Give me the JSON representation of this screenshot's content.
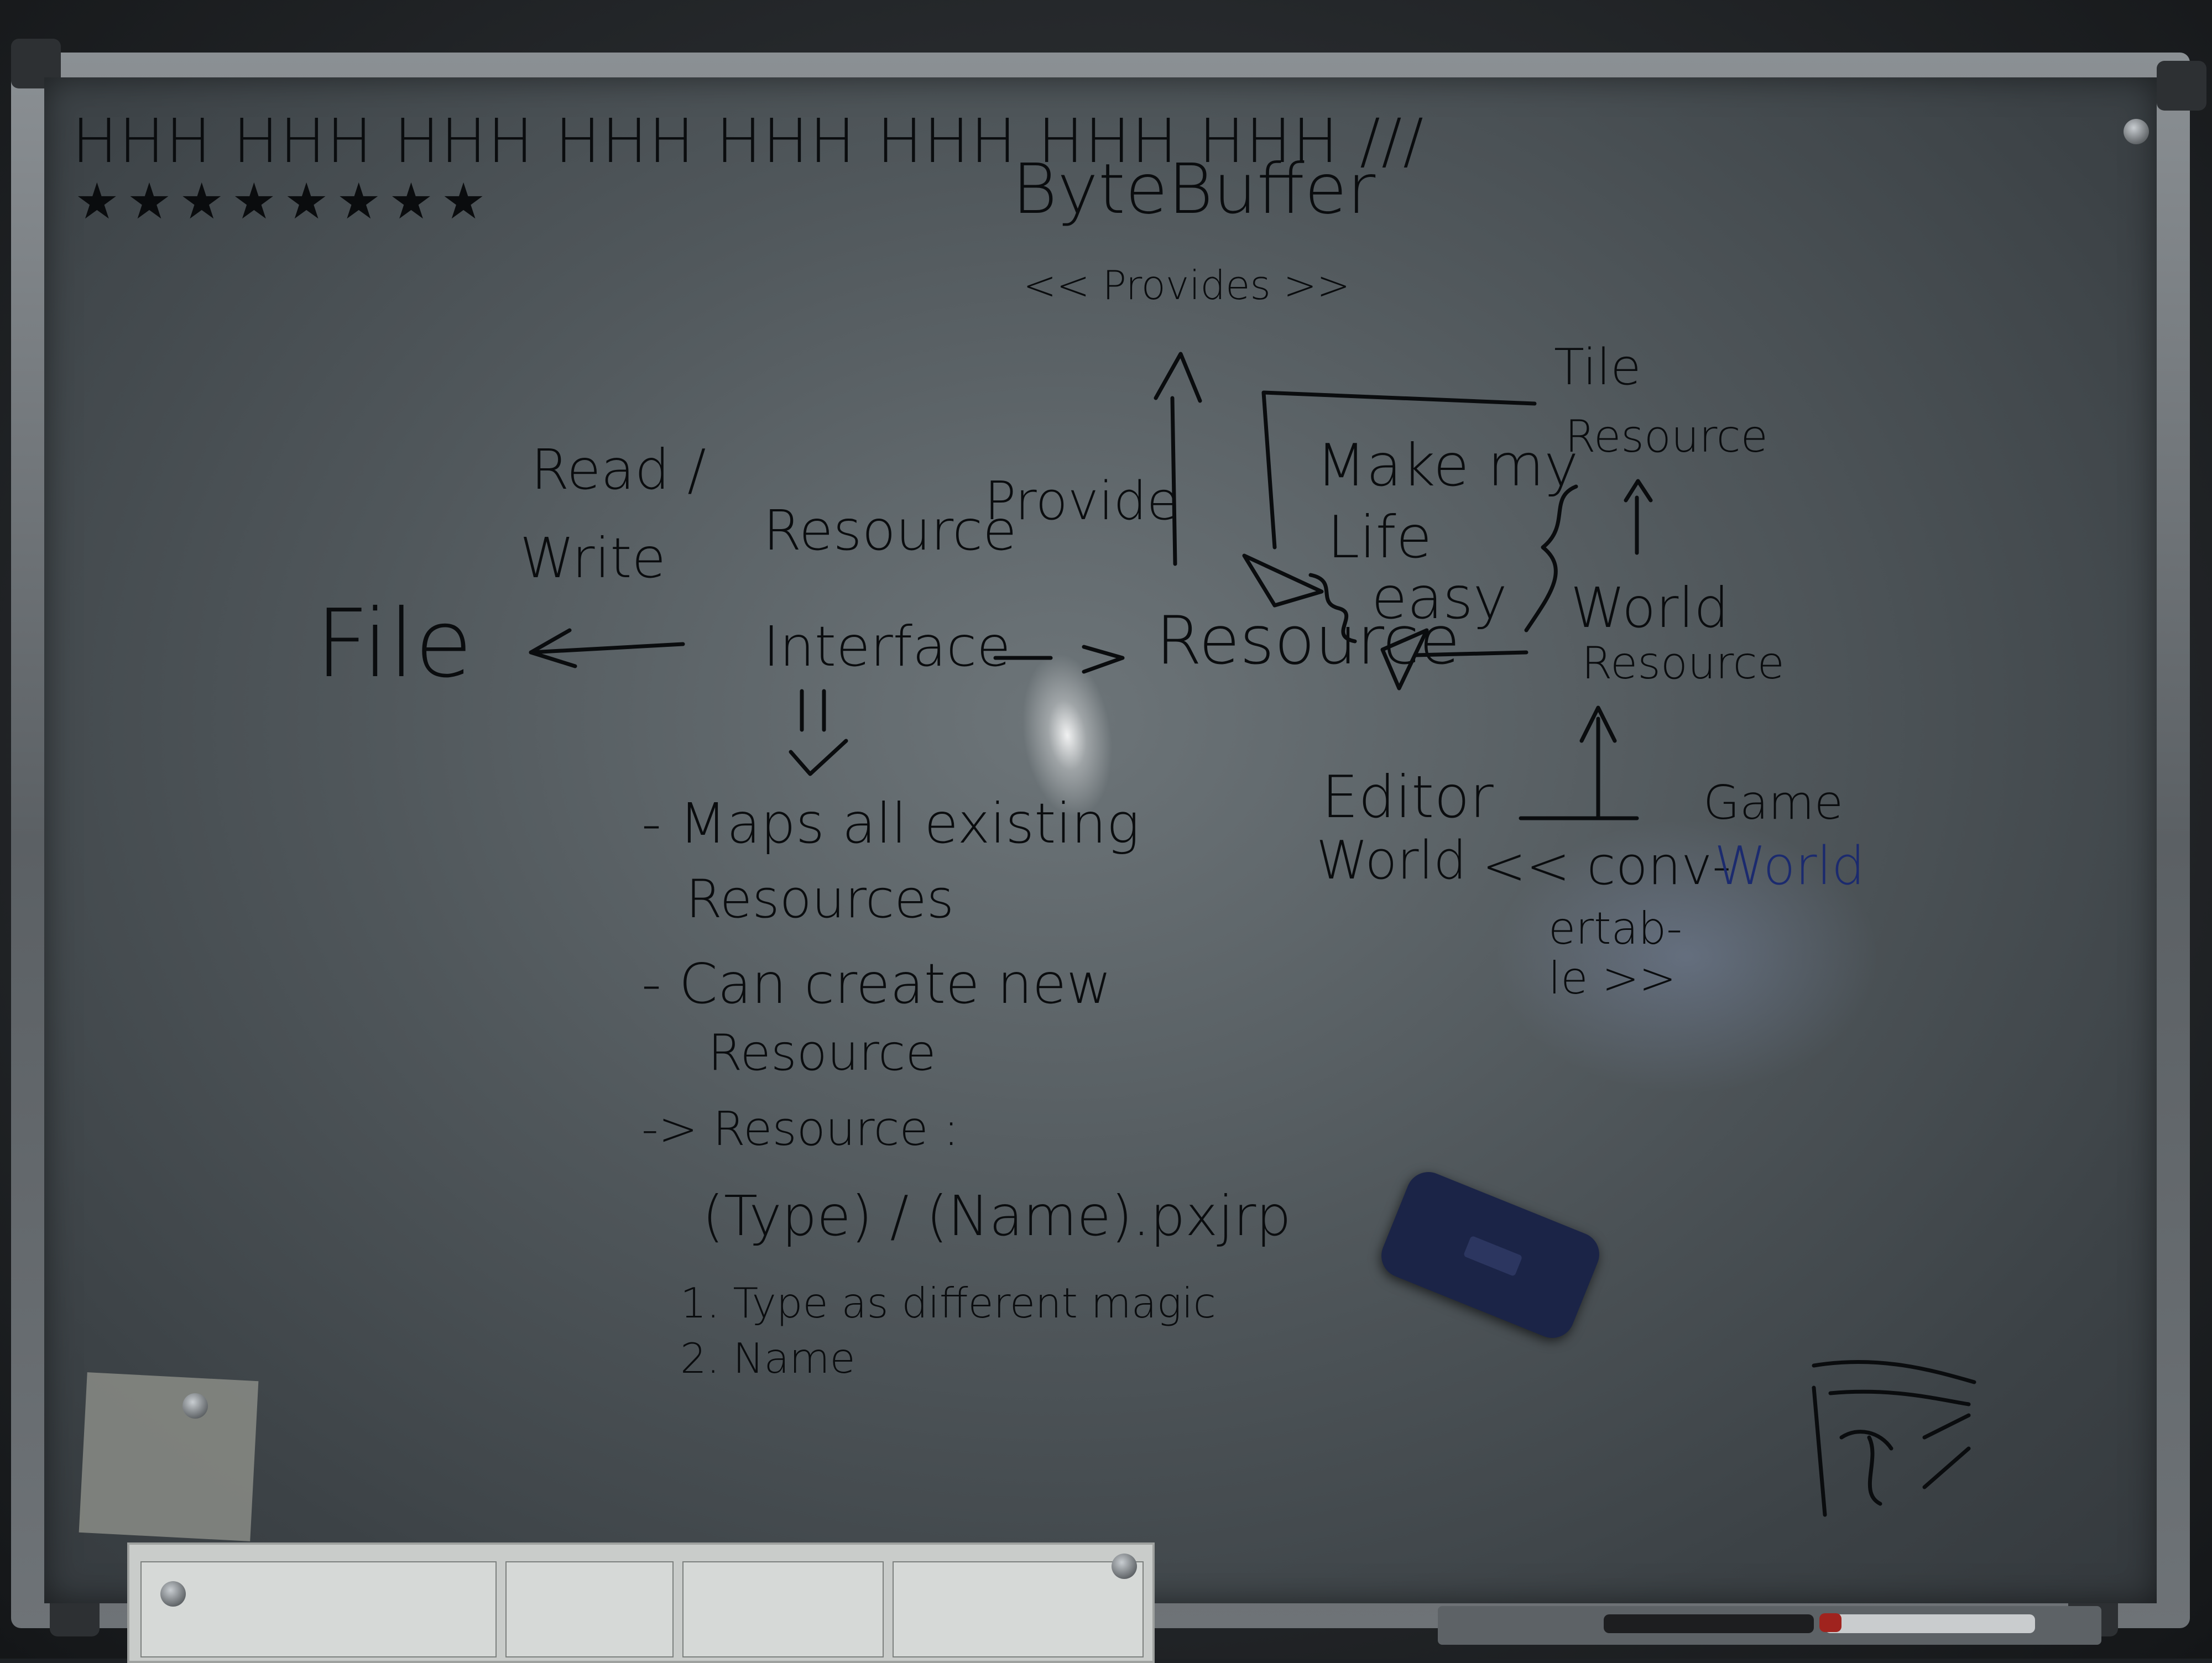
{
  "tally": {
    "marks": "HHH HHH HHH HHH HHH HHH HHH HHH ///",
    "stars": "★★★★★★★★"
  },
  "title": {
    "bytebuffer": "ByteBuffer",
    "provides": "<< Provides >>"
  },
  "labels": {
    "read_write_1": "Read /",
    "read_write_2": "Write",
    "file": "File",
    "resource_interface_1": "Resource",
    "resource_interface_2": "Interface",
    "provide": "Provide",
    "resource": "Resource",
    "make_my_life_1": "Make my",
    "make_my_life_2": "Life",
    "make_my_life_3": "easy",
    "tile_resource_1": "Tile",
    "tile_resource_2": "Resource",
    "world_resource_1": "World",
    "world_resource_2": "Resource",
    "editor_world_1": "Editor",
    "editor_world_2": "World",
    "convertible_1": "<< conv-",
    "convertible_2": "ertab-",
    "convertible_3": "le >>",
    "game_world_1": "Game",
    "game_world_2": "World"
  },
  "notes": {
    "n1": "- Maps all existing",
    "n1b": "Resources",
    "n2": "- Can create new",
    "n2b": "Resource",
    "n3": "-> Resource :",
    "n4": "(Type) / (Name).pxjrp",
    "n5": "1. Type as different magic",
    "n6": "2. Name"
  }
}
